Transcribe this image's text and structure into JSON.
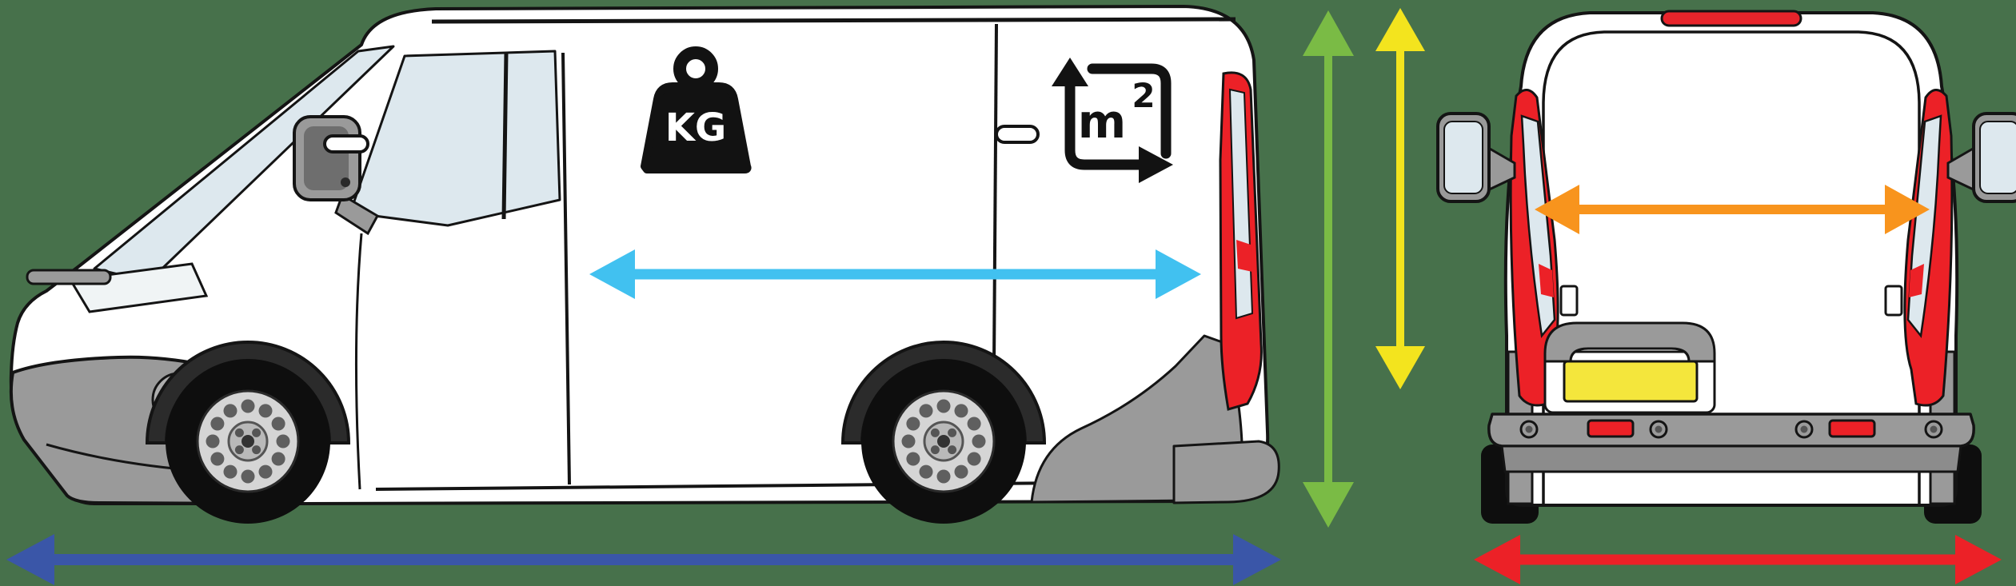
{
  "title": "Van dimensions diagram with side and rear views",
  "background": {
    "color": "#47714B"
  },
  "views": {
    "side_view": {
      "name": "van side view"
    },
    "rear_view": {
      "name": "van rear view"
    }
  },
  "icons": {
    "weight": {
      "label": "KG"
    },
    "area": {
      "base": "m",
      "exponent": "2"
    }
  },
  "arrows": {
    "overall_length": {
      "color": "#3A56A8",
      "orientation": "horizontal"
    },
    "load_length": {
      "color": "#41C1F0",
      "orientation": "horizontal"
    },
    "overall_height": {
      "color": "#7ABB45",
      "orientation": "vertical"
    },
    "load_height": {
      "color": "#F3E41E",
      "orientation": "vertical"
    },
    "load_width": {
      "color": "#F8941D",
      "orientation": "horizontal"
    },
    "overall_width": {
      "color": "#EC2127",
      "orientation": "horizontal"
    }
  },
  "vehicle_colors": {
    "body": "#FFFFFF",
    "outline": "#141414",
    "glass": "#DDE8EE",
    "trim_grey": "#9A9A9A",
    "mid_grey": "#8C8C8C",
    "dark_grey": "#4A4A4A",
    "arch_dark": "#2B2B2B",
    "tire_black": "#0E0E0E",
    "rim_grey": "#D5D5D5",
    "rim_hole_grey": "#5F5F5F",
    "red": "#EC2127",
    "brake_red": "#E8242B",
    "plate_yellow": "#F4E63C",
    "icon_black": "#121212",
    "icon_text": "#FFFFFF"
  }
}
